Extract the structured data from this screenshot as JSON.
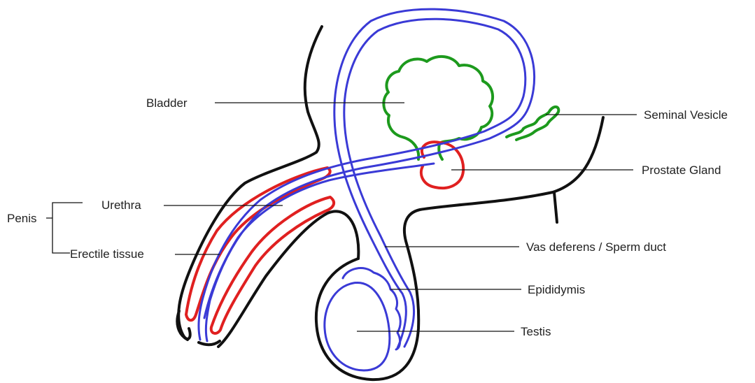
{
  "labels": {
    "bladder": "Bladder",
    "seminal_vesicle": "Seminal Vesicle",
    "prostate_gland": "Prostate Gland",
    "penis": "Penis",
    "urethra": "Urethra",
    "erectile_tissue": "Erectile tissue",
    "vas_deferens": "Vas deferens / Sperm duct",
    "epididymis": "Epididymis",
    "testis": "Testis"
  },
  "colors": {
    "body_outline": "#111111",
    "ducts": "#3a3ad6",
    "bladder": "#1d9a1d",
    "seminal_vesicle": "#1d9a1d",
    "prostate": "#e02020",
    "erectile_tissue": "#e02020"
  }
}
